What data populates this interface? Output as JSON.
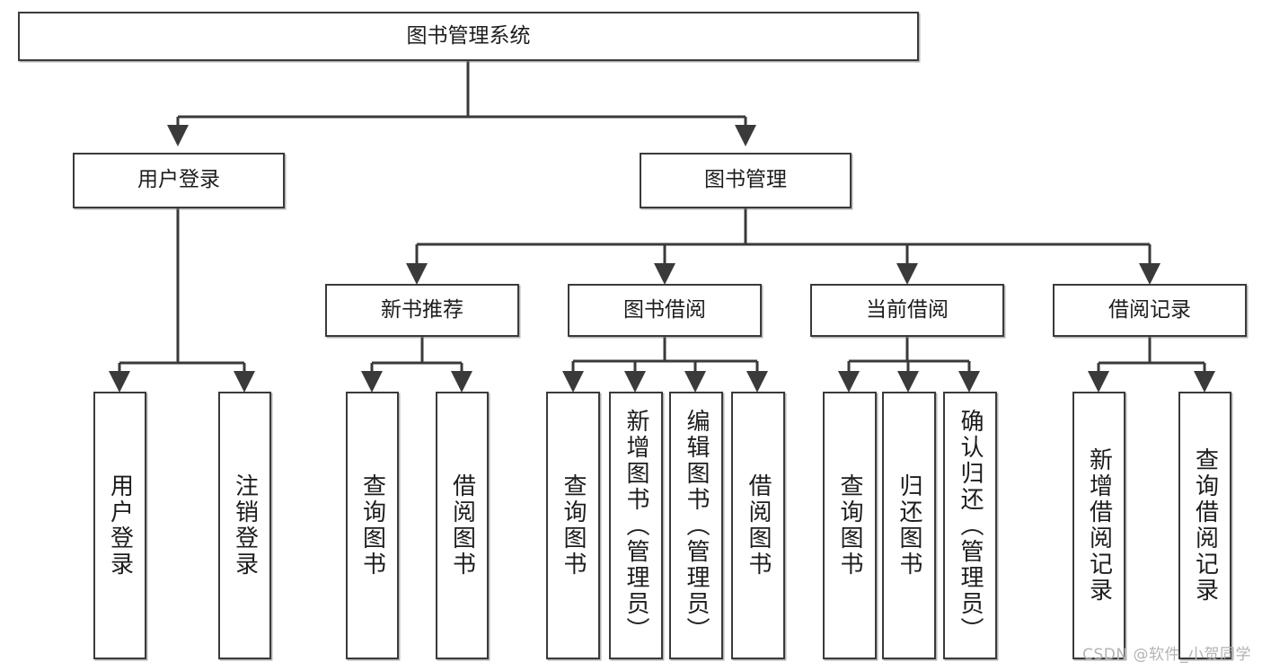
{
  "diagram": {
    "title": "图书管理系统",
    "type": "tree-hierarchy",
    "watermark": "CSDN @软件_小贺同学",
    "style": {
      "box_fill": "#ffffff",
      "box_stroke": "#3a3a3a",
      "edge_color": "#3a3a3a",
      "text_color": "#1d1d1d",
      "background": "#ffffff",
      "watermark_color": "#b3b3b3"
    },
    "nodes": {
      "root": {
        "label": "图书管理系统"
      },
      "level2": [
        {
          "id": "user-login",
          "label": "用户登录"
        },
        {
          "id": "book-manage",
          "label": "图书管理"
        }
      ],
      "level3": [
        {
          "id": "new-book-recommend",
          "label": "新书推荐"
        },
        {
          "id": "book-borrow",
          "label": "图书借阅"
        },
        {
          "id": "current-borrow",
          "label": "当前借阅"
        },
        {
          "id": "borrow-record",
          "label": "借阅记录"
        }
      ],
      "leaves": {
        "user_login": [
          {
            "id": "leaf-user-login",
            "label": "用户登录"
          },
          {
            "id": "leaf-logout-login",
            "label": "注销登录"
          }
        ],
        "new_book_recommend": [
          {
            "id": "leaf-query-book-1",
            "label": "查询图书"
          },
          {
            "id": "leaf-borrow-book-1",
            "label": "借阅图书"
          }
        ],
        "book_borrow": [
          {
            "id": "leaf-query-book-2",
            "label": "查询图书"
          },
          {
            "id": "leaf-add-book",
            "label": "新增图书（管理员）"
          },
          {
            "id": "leaf-edit-book",
            "label": "编辑图书（管理员）"
          },
          {
            "id": "leaf-borrow-book-2",
            "label": "借阅图书"
          }
        ],
        "current_borrow": [
          {
            "id": "leaf-query-book-3",
            "label": "查询图书"
          },
          {
            "id": "leaf-return-book",
            "label": "归还图书"
          },
          {
            "id": "leaf-confirm-return",
            "label": "确认归还（管理员）"
          }
        ],
        "borrow_record": [
          {
            "id": "leaf-add-record",
            "label": "新增借阅记录"
          },
          {
            "id": "leaf-query-record",
            "label": "查询借阅记录"
          }
        ]
      }
    }
  }
}
